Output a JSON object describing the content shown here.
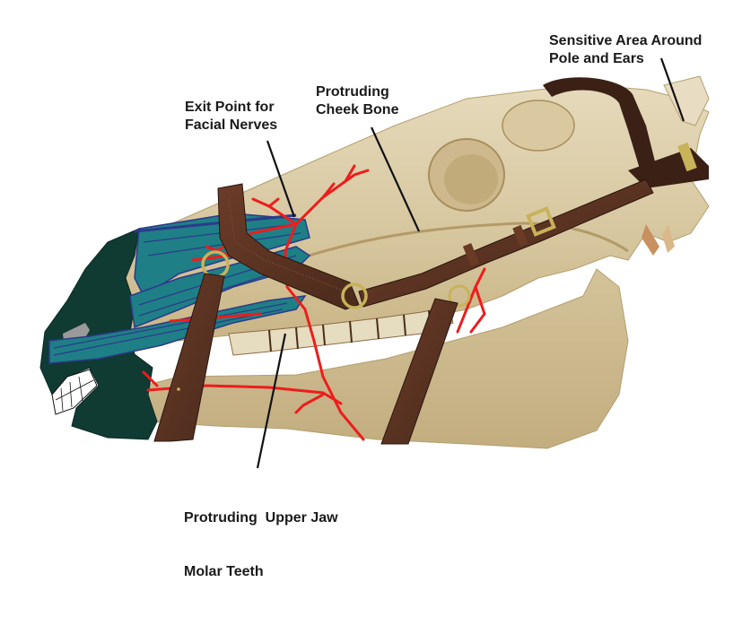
{
  "diagram": {
    "subject": "Horse skull with noseband/cavesson bridle, facial nerves and muscles",
    "colors": {
      "background": "#ffffff",
      "bone": "#d8c9a3",
      "bone_light": "#e9dfc4",
      "bone_shadow": "#bfa97c",
      "leather": "#5a3322",
      "leather_dark": "#3b2016",
      "leather_stitch": "#7a4a35",
      "brass": "#c8b25a",
      "nerve": "#ee1c1c",
      "muscle_teal": "#1f7f86",
      "muscle_navy": "#2c3a8a",
      "nose_dark_green": "#0f3b33",
      "nostril_gray": "#9a9a9a",
      "leader_line": "#111111",
      "label_text": "#1a1a1a"
    },
    "labels": [
      {
        "id": "sensitive-area",
        "line1": "Sensitive Area Around",
        "line2": "Pole and Ears"
      },
      {
        "id": "exit-point",
        "line1": "Exit Point for",
        "line2": "Facial Nerves"
      },
      {
        "id": "cheek-bone",
        "line1": "Protruding",
        "line2": "Cheek Bone"
      },
      {
        "id": "molar-teeth",
        "line1": "Protruding  Upper Jaw",
        "line2": "Molar Teeth"
      }
    ]
  }
}
